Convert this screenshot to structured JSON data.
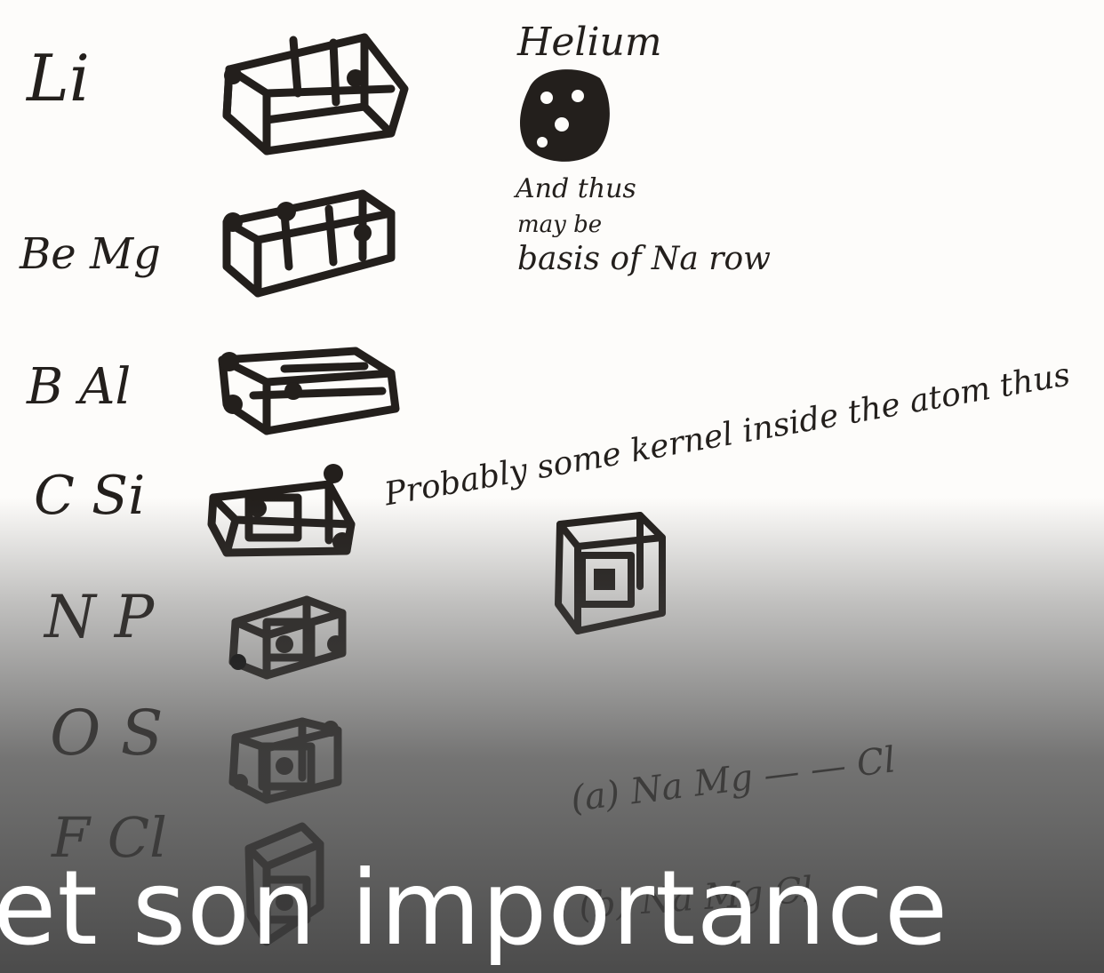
{
  "notes": {
    "helium": "Helium",
    "helium_note_line1": "And thus",
    "helium_note_line2": "may be",
    "helium_note_line3": "basis of Na row",
    "kernel_note": "Probably some kernel inside the atom thus",
    "row_a": "(a) Na Mg — — Cl",
    "row_b": "(b) Na Mg Cl"
  },
  "elements": [
    {
      "label": "Li"
    },
    {
      "label": "Be Mg"
    },
    {
      "label": "B Al"
    },
    {
      "label": "C Si"
    },
    {
      "label": "N P"
    },
    {
      "label": "O S"
    },
    {
      "label": "F Cl"
    }
  ],
  "overlay": {
    "caption": "et son importance"
  }
}
